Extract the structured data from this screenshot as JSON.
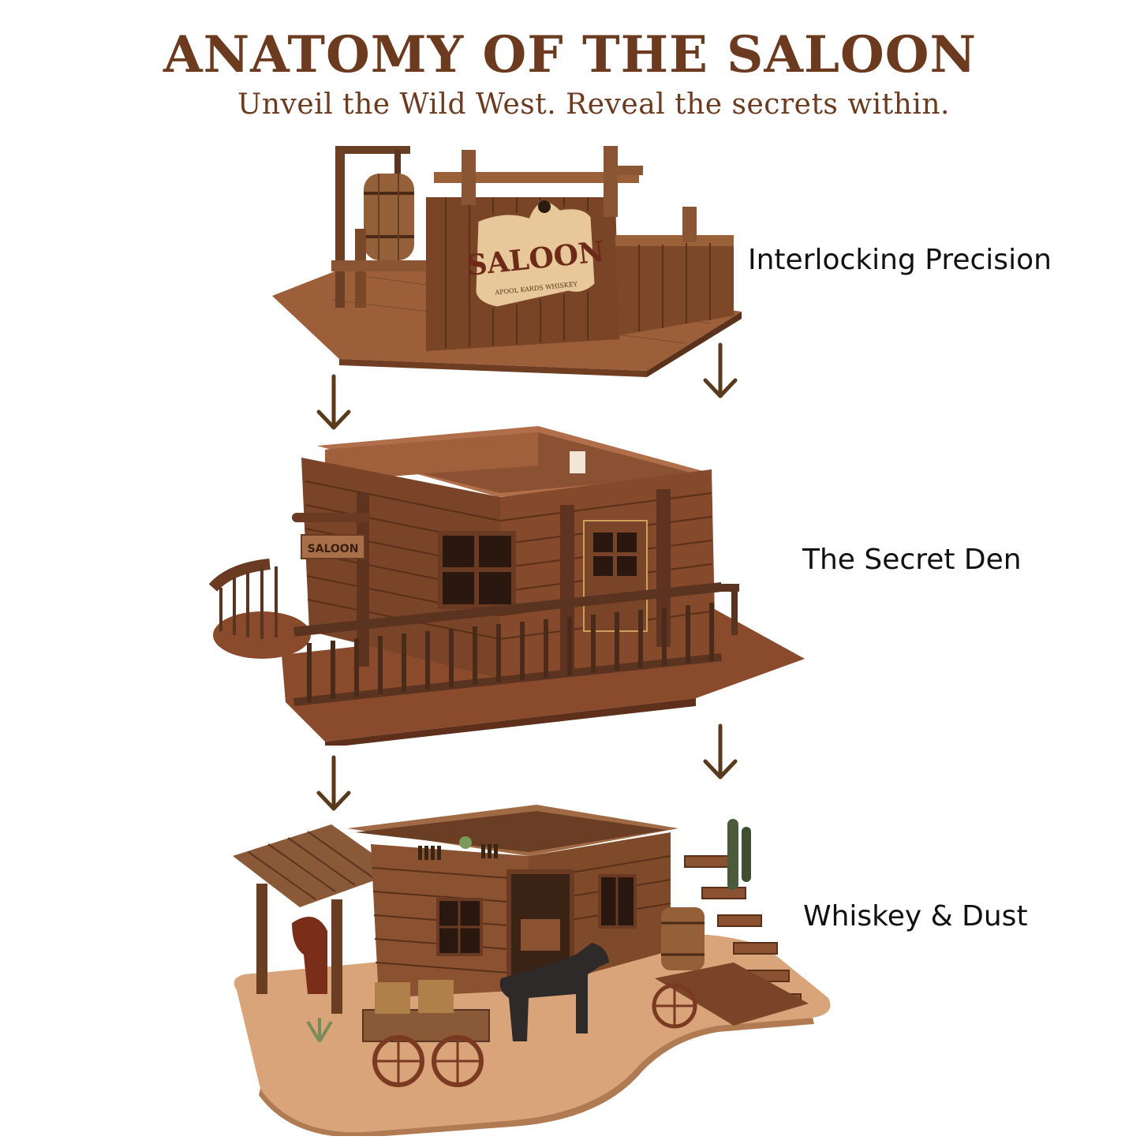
{
  "header": {
    "title": "ANATOMY OF THE SALOON",
    "subtitle": "Unveil the Wild West. Reveal the secrets within."
  },
  "stages": [
    {
      "label": "Interlocking Precision",
      "image": "saloon-facade-top-layer",
      "sign": {
        "main": "SALOON",
        "sub": "APOOL KARDS WHISKEY"
      }
    },
    {
      "label": "The Secret Den",
      "image": "saloon-middle-room-layer",
      "sign": {
        "main": "SALOON"
      }
    },
    {
      "label": "Whiskey & Dust",
      "image": "saloon-ground-floor-layer"
    }
  ],
  "arrows": [
    {
      "icon": "arrow-down-icon",
      "position": "left-1"
    },
    {
      "icon": "arrow-down-icon",
      "position": "right-1"
    },
    {
      "icon": "arrow-down-icon",
      "position": "left-2"
    },
    {
      "icon": "arrow-down-icon",
      "position": "right-2"
    }
  ],
  "colors": {
    "title": "#6b3a1f",
    "arrow": "#5a3a1c",
    "label": "#111111",
    "wood_dark": "#5b3620",
    "wood_mid": "#8a5432",
    "wood_light": "#b57a4f",
    "sand": "#d9a47a"
  }
}
